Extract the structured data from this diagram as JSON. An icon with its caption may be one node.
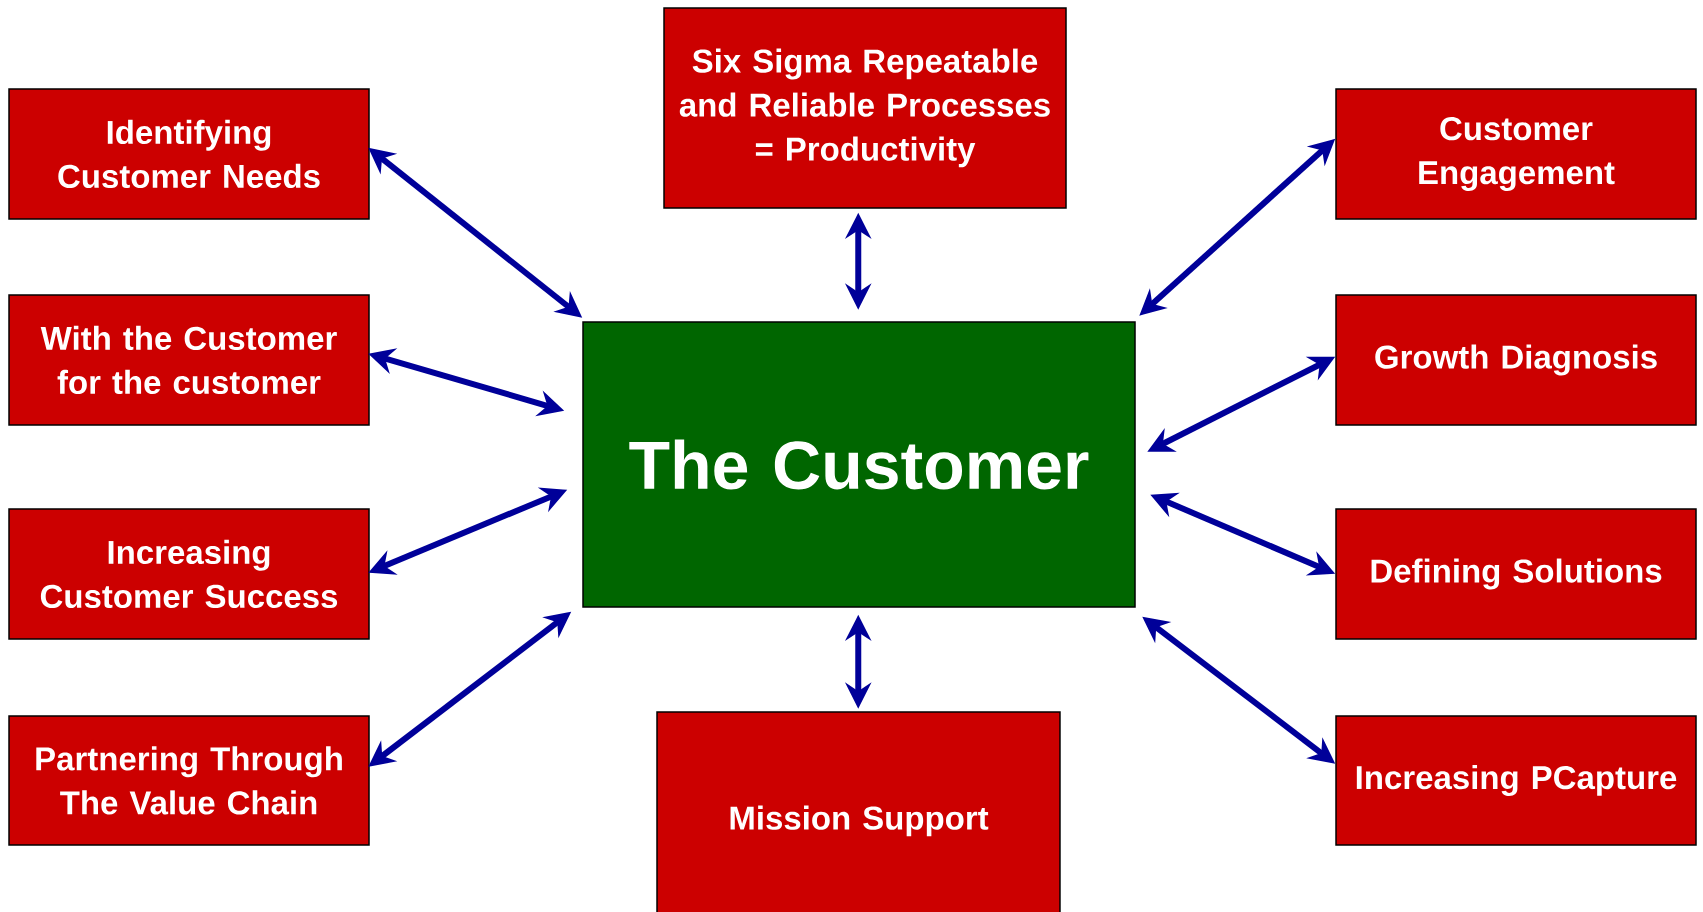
{
  "diagram": {
    "nodes": [
      {
        "text": [
          "Six Sigma Repeatable and Reliable Processes = Productivity"
        ]
      },
      {
        "text": [
          "Identifying Customer Needs"
        ]
      },
      {
        "text": [
          "Customer Engagement"
        ]
      },
      {
        "text": [
          "With the Customer for the customer"
        ]
      },
      {
        "text": [
          "The Customer"
        ]
      },
      {
        "text": [
          "Growth Diagnosis"
        ]
      },
      {
        "text": [
          "Increasing Customer Success"
        ]
      },
      {
        "text": [
          "Defining Solutions"
        ]
      },
      {
        "text": [
          "Partnering Through The Value Chain"
        ]
      },
      {
        "text": [
          "Mission Support"
        ]
      },
      {
        "text": [
          "Increasing PCapture"
        ]
      }
    ],
    "edges": [
      {
        "from": 4,
        "to": 0,
        "arrow": "both"
      },
      {
        "from": 4,
        "to": 1,
        "arrow": "both"
      },
      {
        "from": 4,
        "to": 2,
        "arrow": "both"
      },
      {
        "from": 4,
        "to": 3,
        "arrow": "both"
      },
      {
        "from": 4,
        "to": 5,
        "arrow": "both"
      },
      {
        "from": 4,
        "to": 6,
        "arrow": "both"
      },
      {
        "from": 4,
        "to": 7,
        "arrow": "both"
      },
      {
        "from": 4,
        "to": 8,
        "arrow": "both"
      },
      {
        "from": 4,
        "to": 9,
        "arrow": "both"
      },
      {
        "from": 4,
        "to": 10,
        "arrow": "both"
      }
    ]
  }
}
